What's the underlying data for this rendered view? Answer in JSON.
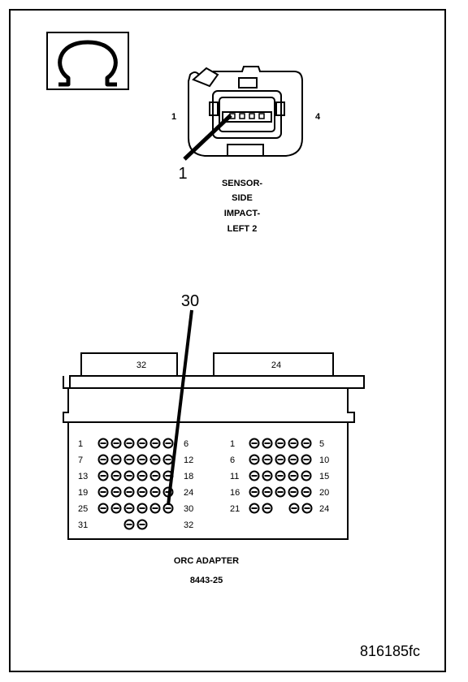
{
  "symbol": "ohmmeter-icon",
  "sensor": {
    "pin_left": "1",
    "pin_right": "4",
    "callout": "1",
    "label_lines": [
      "SENSOR-",
      "SIDE",
      "IMPACT-",
      "LEFT 2"
    ]
  },
  "adapter": {
    "callout": "30",
    "block_left_tab": "32",
    "block_right_tab": "24",
    "left_rows": [
      {
        "start": "1",
        "end": "6",
        "cavities": 6
      },
      {
        "start": "7",
        "end": "12",
        "cavities": 6
      },
      {
        "start": "13",
        "end": "18",
        "cavities": 6
      },
      {
        "start": "19",
        "end": "24",
        "cavities": 6
      },
      {
        "start": "25",
        "end": "30",
        "cavities": 6
      },
      {
        "start": "31",
        "end": "32",
        "cavities": 2
      }
    ],
    "right_rows": [
      {
        "start": "1",
        "end": "5",
        "cavities": 5
      },
      {
        "start": "6",
        "end": "10",
        "cavities": 5
      },
      {
        "start": "11",
        "end": "15",
        "cavities": 5
      },
      {
        "start": "16",
        "end": "20",
        "cavities": 5
      },
      {
        "start": "21",
        "end": "24",
        "cavities": 4
      }
    ],
    "label_lines": [
      "ORC ADAPTER",
      "8443-25"
    ]
  },
  "figure_id": "816185fc"
}
